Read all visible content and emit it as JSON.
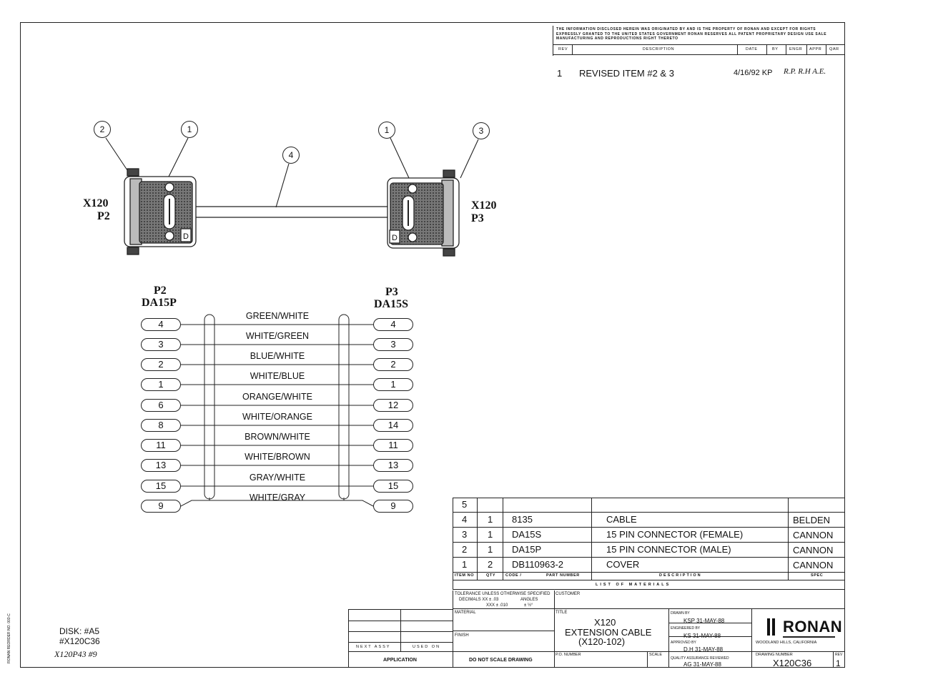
{
  "notice": "THE INFORMATION DISCLOSED HEREIN WAS ORIGINATED BY AND IS THE PROPERTY OF RONAN AND EXCEPT FOR RIGHTS EXPRESSLY GRANTED TO THE UNITED STATES GOVERNMENT RONAN RESERVES ALL PATENT PROPRIETARY DESIGN USE SALE MANUFACTURING AND REPRODUCTIONS RIGHT THERETO",
  "revision_header": {
    "rev": "REV",
    "description": "DESCRIPTION",
    "date": "DATE",
    "by": "BY",
    "engr": "ENGR",
    "appr": "APPR",
    "qar": "QAR"
  },
  "revision": {
    "rev": "1",
    "description": "REVISED ITEM #2 & 3",
    "date_by": "4/16/92 KP",
    "initials": "R.P.  R.H  A.E."
  },
  "balloons": {
    "left_2": "2",
    "left_1": "1",
    "cable": "4",
    "right_1": "1",
    "right_3": "3"
  },
  "left_connector": {
    "line1": "X120",
    "line2": "P2"
  },
  "right_connector": {
    "line1": "X120",
    "line2": "P3"
  },
  "left_header": {
    "line1": "P2",
    "line2": "DA15P"
  },
  "right_header": {
    "line1": "P3",
    "line2": "DA15S"
  },
  "left_pins": [
    "4",
    "3",
    "2",
    "1",
    "6",
    "8",
    "11",
    "13",
    "15",
    "9"
  ],
  "right_pins": [
    "4",
    "3",
    "2",
    "1",
    "12",
    "14",
    "11",
    "13",
    "15",
    "9"
  ],
  "wires": [
    "GREEN/WHITE",
    "WHITE/GREEN",
    "BLUE/WHITE",
    "WHITE/BLUE",
    "ORANGE/WHITE",
    "WHITE/ORANGE",
    "BROWN/WHITE",
    "WHITE/BROWN",
    "GRAY/WHITE",
    "WHITE/GRAY"
  ],
  "bom": {
    "rows": [
      {
        "item": "5",
        "qty": "",
        "part": "",
        "desc": "",
        "spec": ""
      },
      {
        "item": "4",
        "qty": "1",
        "part": "8135",
        "desc": "CABLE",
        "spec": "BELDEN"
      },
      {
        "item": "3",
        "qty": "1",
        "part": "DA15S",
        "desc": "15 PIN CONNECTOR (FEMALE)",
        "spec": "CANNON"
      },
      {
        "item": "2",
        "qty": "1",
        "part": "DA15P",
        "desc": "15 PIN CONNECTOR (MALE)",
        "spec": "CANNON"
      },
      {
        "item": "1",
        "qty": "2",
        "part": "DB110963-2",
        "desc": "COVER",
        "spec": "CANNON"
      }
    ],
    "headers": {
      "item": "ITEM NO",
      "qty": "QTY",
      "code": "CODE /",
      "part": "PART NUMBER",
      "desc": "DESCRIPTION",
      "spec": "SPEC"
    },
    "title": "LIST OF MATERIALS"
  },
  "title_block": {
    "tolerance": "TOLERANCE UNLESS OTHERWISE SPECIFIED",
    "decimals": "DECIMALS  XX ± .03",
    "decimals2": "XXX ± .010",
    "angles": "ANGLES",
    "angles_val": "± ½°",
    "customer": "CUSTOMER",
    "material": "MATERIAL",
    "finish": "FINISH",
    "title_label": "TITLE",
    "title_line1": "X120",
    "title_line2": "EXTENSION CABLE",
    "title_line3": "(X120-102)",
    "drawn_by_label": "DRAWN BY",
    "drawn_by": "KSP    31-MAY-88",
    "engineered_label": "ENGINEERED BY",
    "engineered": "KS    31-MAY-88",
    "approved_label": "APPROVED BY",
    "approved": "D.H    31-MAY-88",
    "qa_label": "QUALITY ASSURANCE REVIEWED",
    "qa": "AG    31-MAY-88",
    "company": "RONAN",
    "location": "WOODLAND HILLS, CALIFORNIA",
    "drawing_number_label": "DRAWING NUMBER",
    "drawing_number": "X120C36",
    "rev_label": "REV",
    "rev": "1",
    "po_label": "P.O. NUMBER",
    "scale_label": "SCALE",
    "next_assy": "NEXT ASSY",
    "used_on": "USED ON",
    "application": "APPLICATION",
    "do_not_scale": "DO NOT SCALE DRAWING"
  },
  "disk": {
    "line1": "DISK: #A5",
    "line2": "#X120C36",
    "line3": "X120P43 #9"
  },
  "side_note": "RONAN REORDER NO. 003-C"
}
